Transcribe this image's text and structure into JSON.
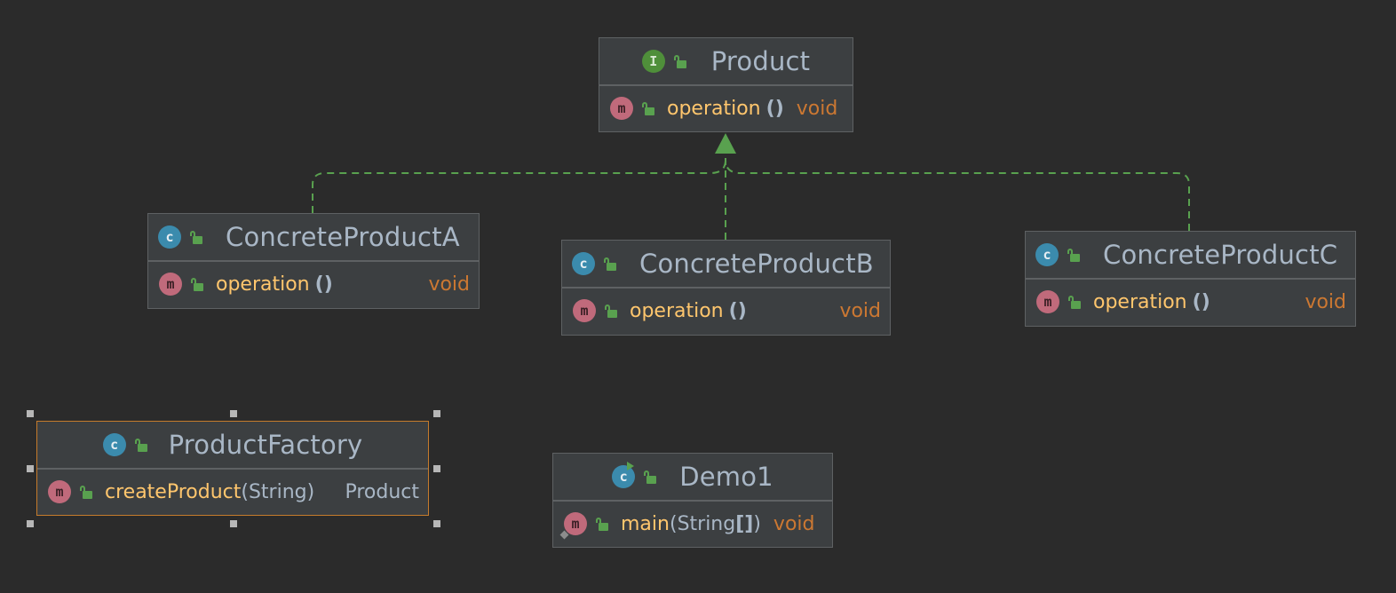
{
  "colors": {
    "background": "#2b2b2b",
    "node_fill": "#3c3f41",
    "node_border": "#5e6163",
    "selected_border": "#c57b2c",
    "edge": "#59a14f",
    "class_name": "#a9b7c6",
    "method_name": "#ffc66d",
    "return_type": "#cc7832"
  },
  "nodes": {
    "product": {
      "kind_icon": "interface-icon",
      "kind_letter": "I",
      "name": "Product",
      "method": {
        "name": "operation",
        "parens": "()",
        "returns": "void"
      }
    },
    "concrete_a": {
      "kind_icon": "class-icon",
      "kind_letter": "c",
      "name": "ConcreteProductA",
      "method": {
        "name": "operation",
        "parens": "()",
        "returns": "void"
      }
    },
    "concrete_b": {
      "kind_icon": "class-icon",
      "kind_letter": "c",
      "name": "ConcreteProductB",
      "method": {
        "name": "operation",
        "parens": "()",
        "returns": "void"
      }
    },
    "concrete_c": {
      "kind_icon": "class-icon",
      "kind_letter": "c",
      "name": "ConcreteProductC",
      "method": {
        "name": "operation",
        "parens": "()",
        "returns": "void"
      }
    },
    "factory": {
      "kind_icon": "class-icon",
      "kind_letter": "c",
      "name": "ProductFactory",
      "selected": true,
      "method": {
        "name": "createProduct",
        "open": "(",
        "params": "String",
        "close": ")",
        "returns": "Product"
      }
    },
    "demo": {
      "kind_icon": "runnable-class-icon",
      "kind_letter": "c",
      "name": "Demo1",
      "method": {
        "name": "main",
        "open": "(",
        "params": "String",
        "brackets": "[]",
        "close": ")",
        "returns": "void"
      }
    }
  },
  "method_letter": "m",
  "edges": [
    {
      "from": "ConcreteProductA",
      "to": "Product",
      "type": "implements"
    },
    {
      "from": "ConcreteProductB",
      "to": "Product",
      "type": "implements"
    },
    {
      "from": "ConcreteProductC",
      "to": "Product",
      "type": "implements"
    }
  ]
}
